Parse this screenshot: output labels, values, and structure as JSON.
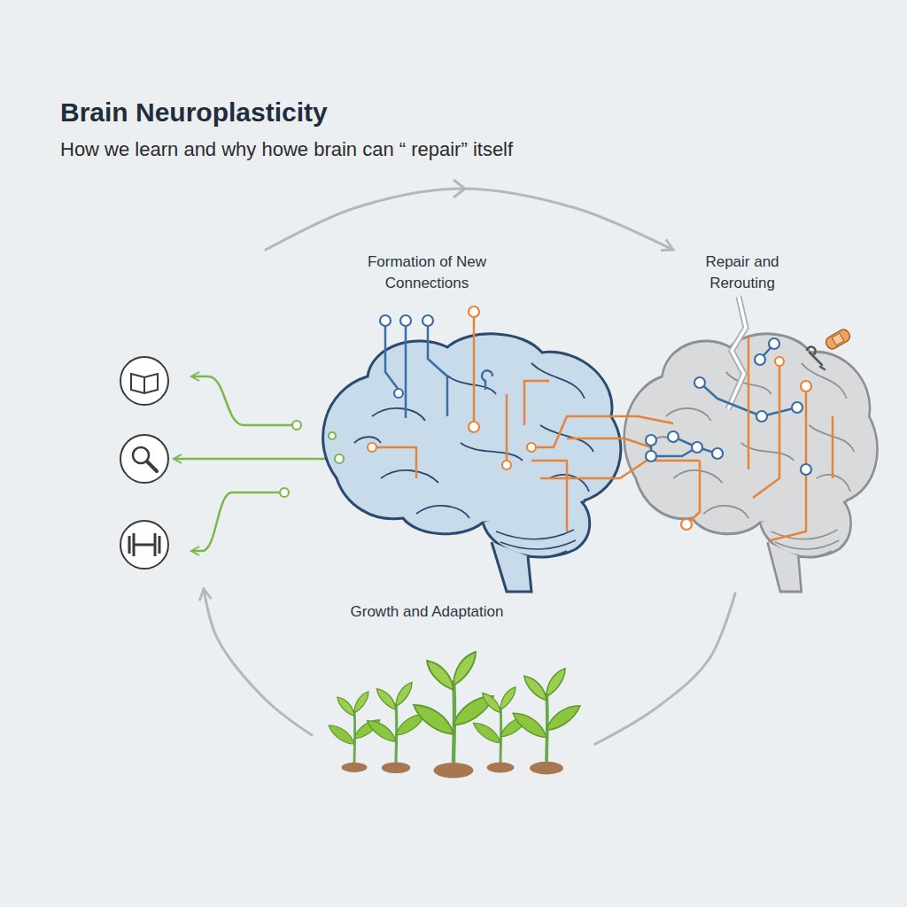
{
  "diagram": {
    "title": "Brain Neuroplasticity",
    "nodes": [
      {
        "text": [
          "Formation of New Connections"
        ]
      },
      {
        "text": [
          "Repair and Rerouting"
        ]
      },
      {
        "text": [
          "Growth and Adaptation"
        ]
      }
    ],
    "edges": [
      {
        "from": 0,
        "to": 1,
        "arrow": "to"
      },
      {
        "from": 1,
        "to": 2,
        "arrow": "none"
      },
      {
        "from": 2,
        "to": 0,
        "arrow": "to"
      }
    ],
    "labels": [
      "How we learn and why howe brain can “ repair” itself"
    ]
  }
}
